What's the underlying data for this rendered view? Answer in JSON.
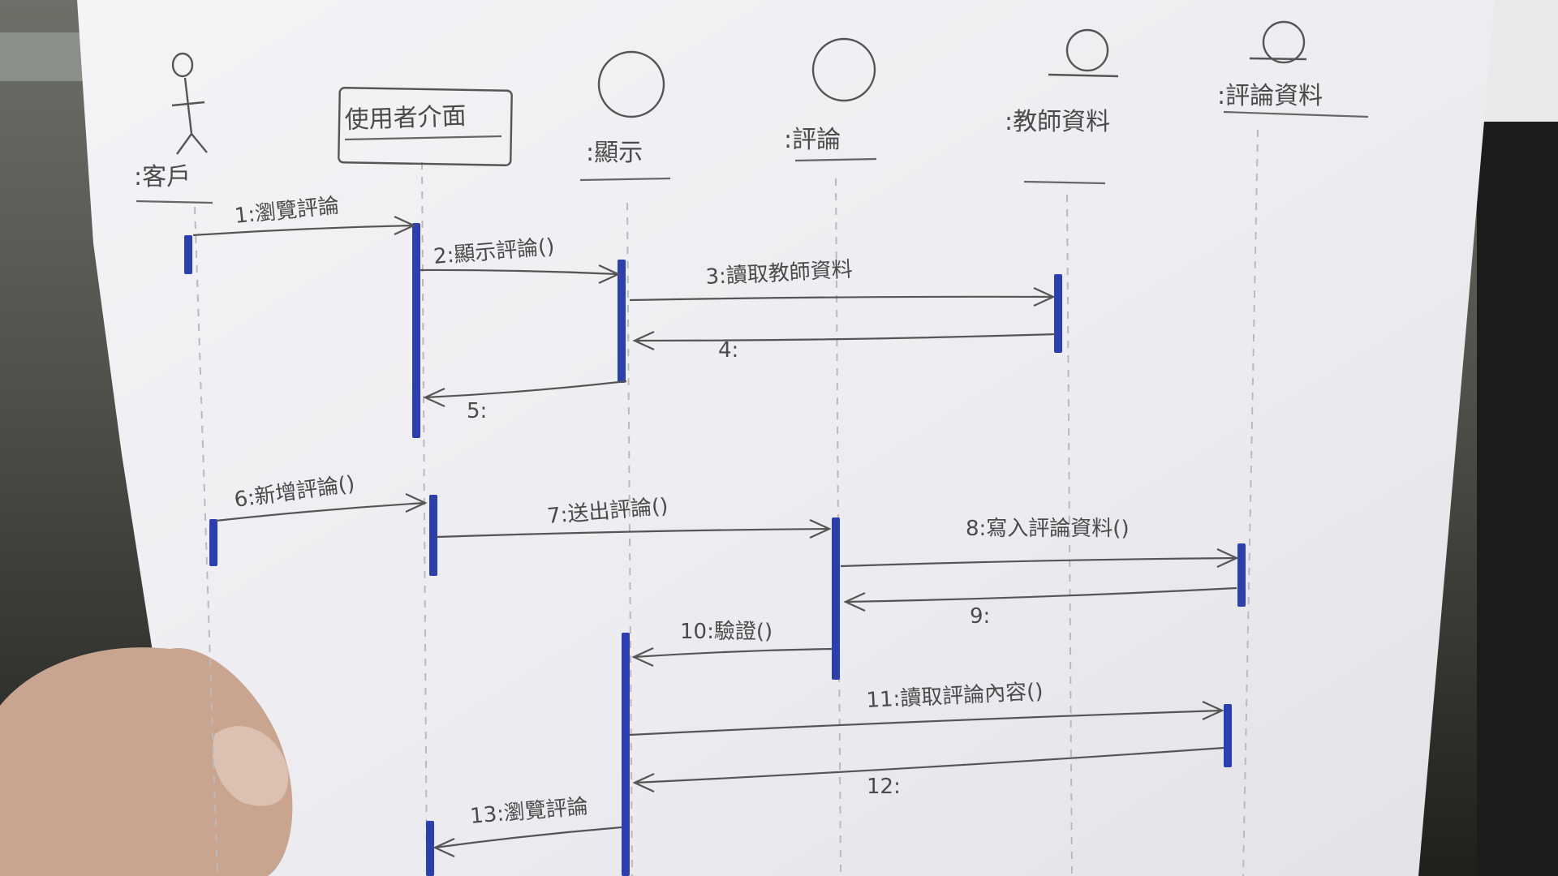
{
  "diagram": {
    "lifelines": [
      {
        "id": "customer",
        "label": ":客戶",
        "kind": "actor"
      },
      {
        "id": "ui",
        "label": "使用者介面",
        "kind": "boundary-box"
      },
      {
        "id": "display",
        "label": ":顯示",
        "kind": "object"
      },
      {
        "id": "review",
        "label": ":評論",
        "kind": "object"
      },
      {
        "id": "teacher",
        "label": ":教師資料",
        "kind": "entity"
      },
      {
        "id": "reviewdata",
        "label": ":評論資料",
        "kind": "entity"
      }
    ],
    "messages": [
      {
        "n": 1,
        "label": "1:瀏覽評論",
        "from": "customer",
        "to": "ui",
        "kind": "call"
      },
      {
        "n": 2,
        "label": "2:顯示評論()",
        "from": "ui",
        "to": "display",
        "kind": "call"
      },
      {
        "n": 3,
        "label": "3:讀取教師資料",
        "from": "display",
        "to": "teacher",
        "kind": "call"
      },
      {
        "n": 4,
        "label": "4:",
        "from": "teacher",
        "to": "display",
        "kind": "return"
      },
      {
        "n": 5,
        "label": "5:",
        "from": "display",
        "to": "ui",
        "kind": "return"
      },
      {
        "n": 6,
        "label": "6:新增評論()",
        "from": "customer",
        "to": "ui",
        "kind": "call"
      },
      {
        "n": 7,
        "label": "7:送出評論()",
        "from": "ui",
        "to": "review",
        "kind": "call"
      },
      {
        "n": 8,
        "label": "8:寫入評論資料()",
        "from": "review",
        "to": "reviewdata",
        "kind": "call"
      },
      {
        "n": 9,
        "label": "9:",
        "from": "reviewdata",
        "to": "review",
        "kind": "return"
      },
      {
        "n": 10,
        "label": "10:驗證()",
        "from": "review",
        "to": "display",
        "kind": "call"
      },
      {
        "n": 11,
        "label": "11:讀取評論內容()",
        "from": "display",
        "to": "reviewdata",
        "kind": "call"
      },
      {
        "n": 12,
        "label": "12:",
        "from": "reviewdata",
        "to": "display",
        "kind": "return"
      },
      {
        "n": 13,
        "label": "13:瀏覽評論",
        "from": "display",
        "to": "ui",
        "kind": "call"
      }
    ],
    "colors": {
      "activation": "#2b3fb0",
      "paper": "#eeeef2",
      "ink": "#4a4a4a"
    }
  }
}
